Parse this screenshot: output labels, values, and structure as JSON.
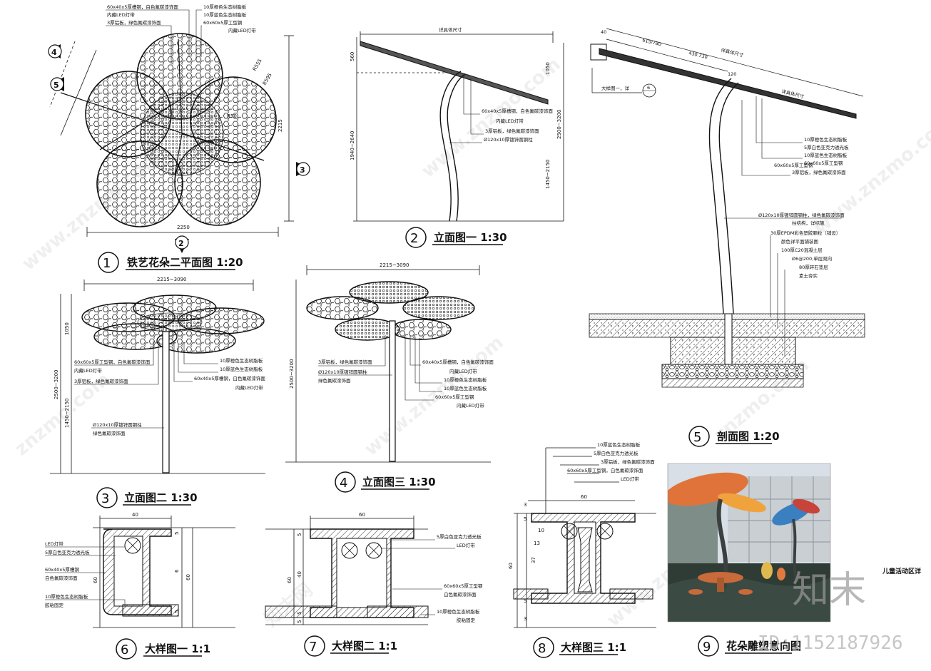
{
  "drawings": {
    "d1": {
      "num": "1",
      "title": "铁艺花朵二平面图  1:20"
    },
    "d2": {
      "num": "2",
      "title": "立面图一  1:30"
    },
    "d3": {
      "num": "3",
      "title": "立面图二  1:30"
    },
    "d4": {
      "num": "4",
      "title": "立面图三  1:30"
    },
    "d5": {
      "num": "5",
      "title": "剖面图 1:20"
    },
    "d6": {
      "num": "6",
      "title": "大样图一 1:1"
    },
    "d7": {
      "num": "7",
      "title": "大样图二 1:1"
    },
    "d8": {
      "num": "8",
      "title": "大样图三 1:1"
    },
    "d9": {
      "num": "9",
      "title": "花朵雕塑意向图"
    }
  },
  "plan": {
    "notes": [
      "60x40x5厚槽钢，白色氟碳漆饰面",
      "内藏LED灯带",
      "3厚铝板，绿色氟碳漆饰面",
      "10厚橙色生态树脂板",
      "10厚蓝色生态树脂板",
      "60x60x5厚工型钢",
      "内藏LED灯带"
    ],
    "dims": {
      "width": "2250",
      "height": "2215",
      "r1": "R555",
      "r2": "R595",
      "r3": "R50"
    },
    "markers": [
      "4",
      "5",
      "3",
      "2"
    ]
  },
  "elev1": {
    "top_dim": "详具体尺寸",
    "left_dims": [
      "560",
      "1940~2640"
    ],
    "right_dims": [
      "1050",
      "2500~3200",
      "1450~2150"
    ],
    "notes": [
      "60x40x5厚槽钢，白色氟碳漆饰面",
      "内藏LED灯带",
      "3厚铝板，绿色氟碳漆饰面",
      "Ø120x10厚镀锌圆钢柱"
    ]
  },
  "section": {
    "top_dims": [
      "详具体尺寸",
      "615/780",
      "430.730",
      "详具体尺寸"
    ],
    "small_dims": [
      "40",
      "120"
    ],
    "ref_label": "大样图一，详",
    "ref_num": "6",
    "notes_top": [
      "10厚橙色生态树脂板",
      "5厚白色亚克力透光板",
      "10厚蓝色生态树脂板",
      "60x60x5厚工型钢",
      "60x60x5厚工型钢",
      "3厚铝板，绿色氟碳漆饰面"
    ],
    "notes_bottom": [
      "Ø120x10厚镀锌圆钢柱，绿色氟碳漆饰面",
      "柱结构，详结施",
      "30厚EPDM彩色塑胶颗粒（铺设）",
      "颜色详平面铺装图",
      "100厚C20混凝土层",
      "Ø6@200,单层双向",
      "80厚碎石垫层",
      "素土夯实"
    ]
  },
  "elev2": {
    "top_dim": "2215~3090",
    "left_dims": [
      "1050",
      "2500~3200",
      "1450~2150"
    ],
    "notes_left": [
      "60x60x5厚工型钢，白色氟碳漆饰面",
      "内藏LED灯带",
      "3厚铝板，绿色氟碳漆饰面",
      "Ø120x10厚镀锌圆钢柱",
      "绿色氟碳漆饰面"
    ],
    "notes_right": [
      "10厚橙色生态树脂板",
      "10厚蓝色生态树脂板",
      "60x40x5厚槽钢，白色氟碳漆饰面",
      "内藏LED灯带"
    ]
  },
  "elev3": {
    "top_dim": "2215~3090",
    "left_dim": "2500~3200",
    "notes_left": [
      "3厚铝板，绿色氟碳漆饰面",
      "Ø120x10厚镀锌圆钢柱",
      "绿色氟碳漆饰面"
    ],
    "notes_right": [
      "60x40x5厚槽钢，白色氟碳漆饰面",
      "内藏LED灯带",
      "10厚橙色生态树脂板",
      "10厚蓝色生态树脂板",
      "60x60x5厚工型钢",
      "内藏LED灯带"
    ]
  },
  "detail1": {
    "dims": [
      "40",
      "5",
      "6",
      "60",
      "5",
      "60"
    ],
    "notes": [
      "LED灯带",
      "5厚白色亚克力透光板",
      "60x40x5厚槽钢",
      "白色氟碳漆饰面",
      "10厚橙色生态树脂板",
      "胶粘固定"
    ]
  },
  "detail2": {
    "dims": [
      "60",
      "5",
      "40",
      "60",
      "5",
      "5"
    ],
    "notes": [
      "5厚白色亚克力透光板",
      "LED灯带",
      "60x60x5厚工型钢",
      "白色氟碳漆饰面",
      "10厚橙色生态树脂板",
      "胶粘固定"
    ]
  },
  "detail3": {
    "dims": [
      "60",
      "3",
      "5",
      "10",
      "13",
      "37",
      "60",
      "5",
      "3"
    ],
    "notes": [
      "10厚蓝色生态树脂板",
      "5厚白色亚克力透光板",
      "3厚铝板，绿色氟碳漆饰面",
      "60x60x5厚工型钢，白色氟碳漆饰面",
      "LED灯带"
    ]
  },
  "photo": {
    "side_text": "儿童活动区详"
  },
  "watermark": {
    "brand": "知末",
    "id": "ID:1152187926",
    "site": "www.znzmo.com",
    "site_alt": "znzmo.com",
    "cn": "知末网"
  },
  "colors": {
    "line": "#111111",
    "hatch": "#444444",
    "photo_sky": "#d8dfe6",
    "petal_orange": "#e0733a",
    "petal_blue": "#3a7fc0",
    "ground": "#2f3b35"
  }
}
